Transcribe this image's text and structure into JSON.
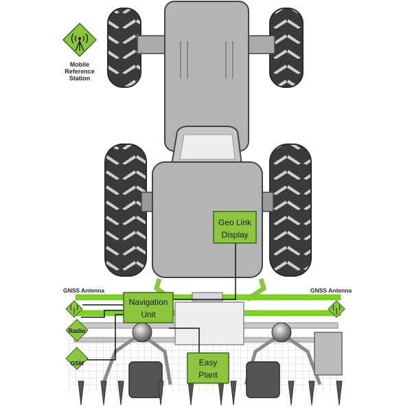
{
  "labels": {
    "mobile_ref_line1": "Mobile",
    "mobile_ref_line2": "Reference",
    "mobile_ref_line3": "Station",
    "gnss_left": "GNSS Antenna",
    "gnss_right": "GNSS Antenna",
    "radio": "Radio",
    "gsm": "GSM",
    "nav_line1": "Navigation",
    "nav_line2": "Unit",
    "geo_line1": "Geo Link",
    "geo_line2": "Display",
    "easy_line1": "Easy",
    "easy_line2": "Plant"
  },
  "colors": {
    "accent_green": "#8cc63f",
    "bright_green": "#7ed321",
    "body_gray": "#b4b4b4",
    "dark_gray": "#555555",
    "tire": "#3a3a3a"
  },
  "icons": [
    "antenna-icon"
  ]
}
